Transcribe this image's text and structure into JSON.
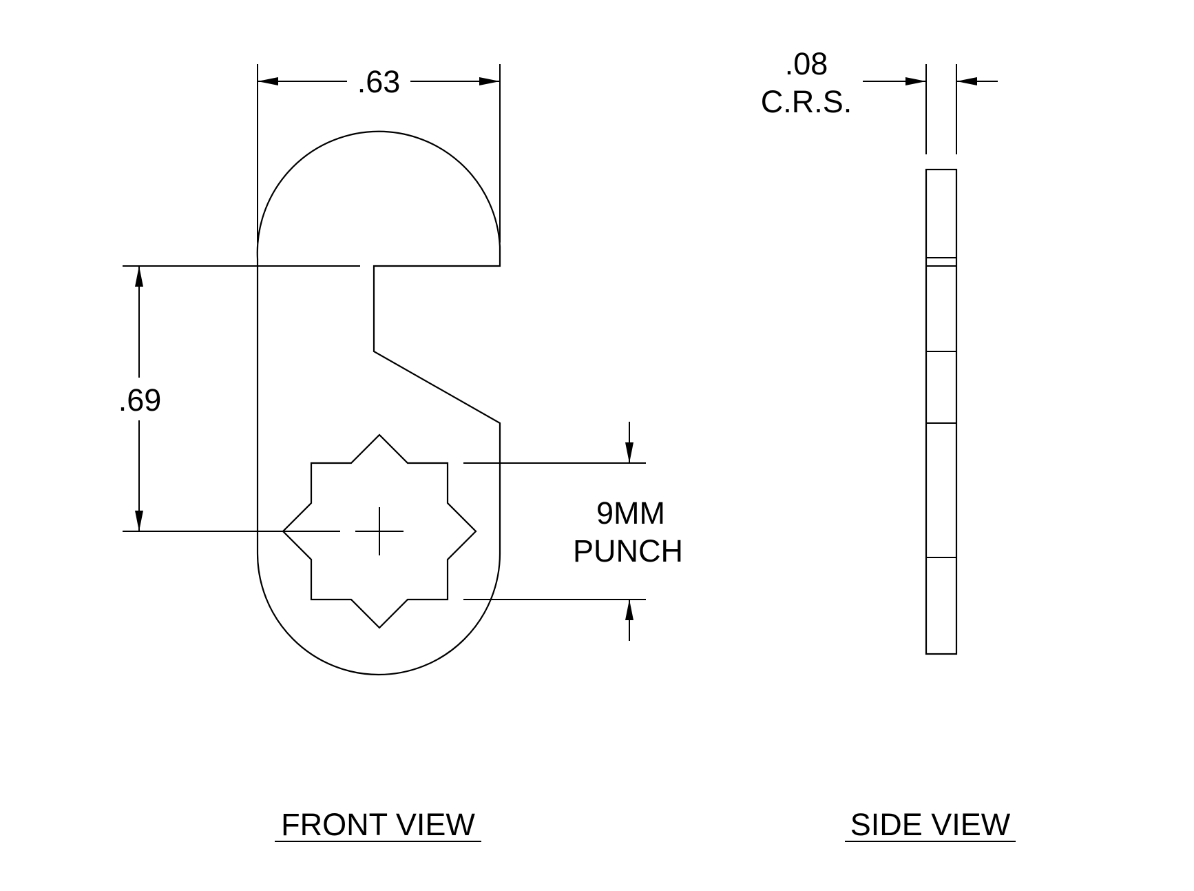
{
  "front_view": {
    "title": "FRONT VIEW",
    "width_dim": ".63",
    "height_dim": ".69",
    "punch_line1": "9MM",
    "punch_line2": "PUNCH"
  },
  "side_view": {
    "title": "SIDE VIEW",
    "thickness_dim": ".08",
    "material": "C.R.S."
  },
  "colors": {
    "line": "#000000",
    "background": "#ffffff"
  }
}
